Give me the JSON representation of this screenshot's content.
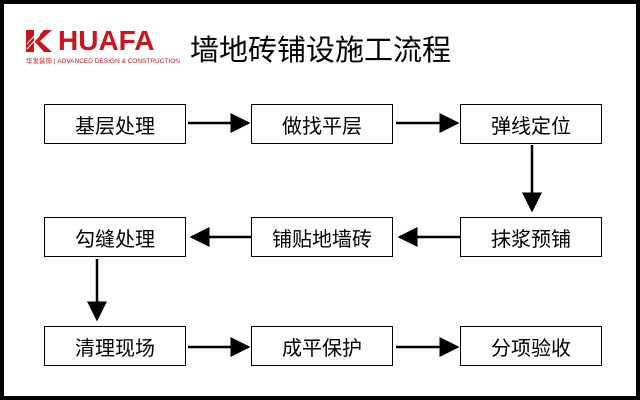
{
  "logo": {
    "name": "HUAFA",
    "subtitle": "华发装饰 | ADVANCED DESIGN & CONSTRUCTION",
    "color": "#c8161d"
  },
  "title": "墙地砖铺设施工流程",
  "steps": [
    "基层处理",
    "做找平层",
    "弹线定位",
    "抹浆预铺",
    "铺贴地墙砖",
    "勾缝处理",
    "清理现场",
    "成平保护",
    "分项验收"
  ]
}
